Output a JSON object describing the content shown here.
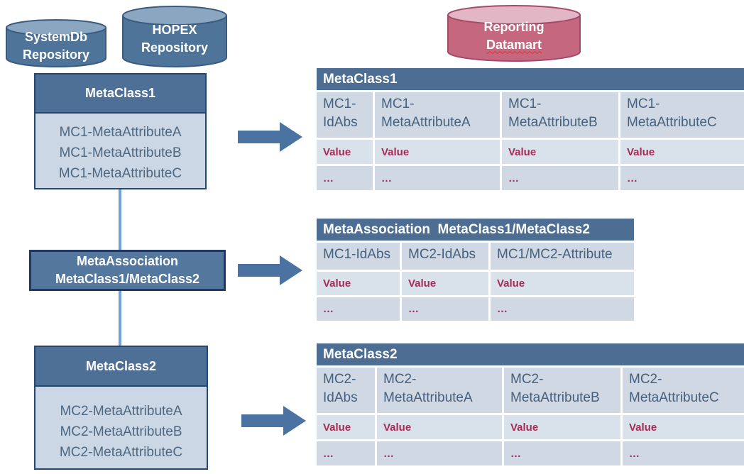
{
  "colors": {
    "steel_blue_body": "#4f7499",
    "steel_blue_top": "#8ba6c1",
    "steel_border": "#3a5a80",
    "navy_border": "#1f3864",
    "box_header_fill": "#4e6f96",
    "box_body_fill": "#ccd7e5",
    "association_fill": "#54779e",
    "table_title_fill": "#4d6d92",
    "table_header_cell_fill": "#cfd8e3",
    "table_value_cell_fill": "#d9e1ea",
    "table_header_text": "#45617f",
    "value_text": "#a62b55",
    "pink_body": "#c5687f",
    "pink_top": "#e3b6c5",
    "pink_border": "#a34a68",
    "connector_blue": "#71a3d9",
    "arrow_blue": "#4a73a1"
  },
  "cylinders": {
    "systemdb": {
      "lines": [
        "SystemDb",
        "Repository"
      ]
    },
    "hopex": {
      "lines": [
        "HOPEX",
        "Repository"
      ]
    },
    "datamart": {
      "lines": [
        "Reporting",
        "Datamart"
      ]
    }
  },
  "boxes": {
    "metaclass1": {
      "title": "MetaClass1",
      "attributes": [
        "MC1-MetaAttributeA",
        "MC1-MetaAttributeB",
        "MC1-MetaAttributeC"
      ]
    },
    "association": {
      "lines": [
        "MetaAssociation",
        "MetaClass1/MetaClass2"
      ]
    },
    "metaclass2": {
      "title": "MetaClass2",
      "attributes": [
        "MC2-MetaAttributeA",
        "MC2-MetaAttributeB",
        "MC2-MetaAttributeC"
      ]
    }
  },
  "tables": [
    {
      "title": "MetaClass1",
      "columns": [
        "MC1-IdAbs",
        "MC1-MetaAttributeA",
        "MC1-MetaAttributeB",
        "MC1-MetaAttributeC"
      ],
      "rows": [
        [
          "Value",
          "Value",
          "Value",
          "Value"
        ],
        [
          "…",
          "…",
          "…",
          "…"
        ]
      ]
    },
    {
      "title": "MetaAssociation  MetaClass1/MetaClass2",
      "columns": [
        "MC1-IdAbs",
        "MC2-IdAbs",
        "MC1/MC2-Attribute"
      ],
      "rows": [
        [
          "Value",
          "Value",
          "Value"
        ],
        [
          "…",
          "…",
          "…"
        ]
      ]
    },
    {
      "title": "MetaClass2",
      "columns": [
        "MC2-IdAbs",
        "MC2-MetaAttributeA",
        "MC2-MetaAttributeB",
        "MC2-MetaAttributeC"
      ],
      "rows": [
        [
          "Value",
          "Value",
          "Value",
          "Value"
        ],
        [
          "…",
          "…",
          "…",
          "…"
        ]
      ]
    }
  ]
}
